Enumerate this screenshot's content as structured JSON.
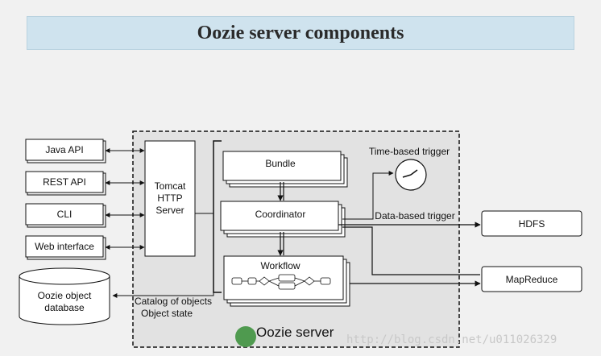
{
  "title": "Oozie server components",
  "clients": [
    "Java API",
    "REST API",
    "CLI",
    "Web interface"
  ],
  "database": {
    "line1": "Oozie object",
    "line2": "database"
  },
  "tomcat": {
    "line1": "Tomcat",
    "line2": "HTTP",
    "line3": "Server"
  },
  "components": {
    "bundle": "Bundle",
    "coordinator": "Coordinator",
    "workflow": "Workflow"
  },
  "triggers": {
    "time": "Time-based trigger",
    "data": "Data-based trigger"
  },
  "targets": {
    "hdfs": "HDFS",
    "mapreduce": "MapReduce"
  },
  "catalog": {
    "line1": "Catalog of objects",
    "line2": "Object state"
  },
  "server_label": "Oozie server",
  "watermark": "http://blog.csdn.net/u011026329",
  "colors": {
    "banner": "#cfe3ee",
    "server_fill": "#e2e2e2",
    "box_fill": "#ffffff",
    "line": "#111111"
  }
}
